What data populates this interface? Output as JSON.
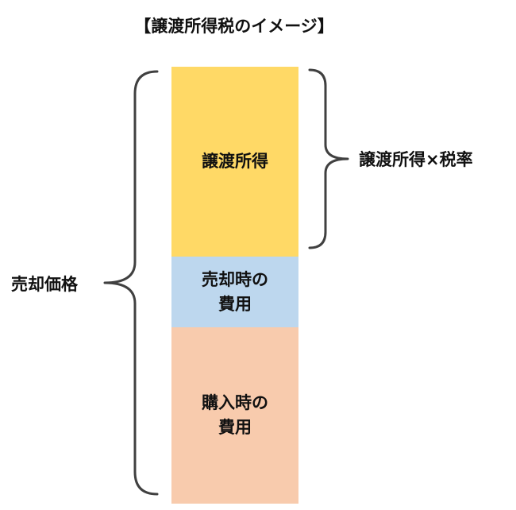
{
  "title": "【譲渡所得税のイメージ】",
  "colors": {
    "capital_gain": "#FFD966",
    "sale_expenses": "#BDD7EE",
    "purchase_cost": "#F8CBAD",
    "brace": "#404040"
  },
  "segments": {
    "capital_gain": {
      "label": "譲渡所得"
    },
    "sale_expenses": {
      "label": "売却時の\n費用"
    },
    "purchase_cost": {
      "label": "購入時の\n費用"
    }
  },
  "left_label": "売却価格",
  "right_label": "譲渡所得×税率"
}
